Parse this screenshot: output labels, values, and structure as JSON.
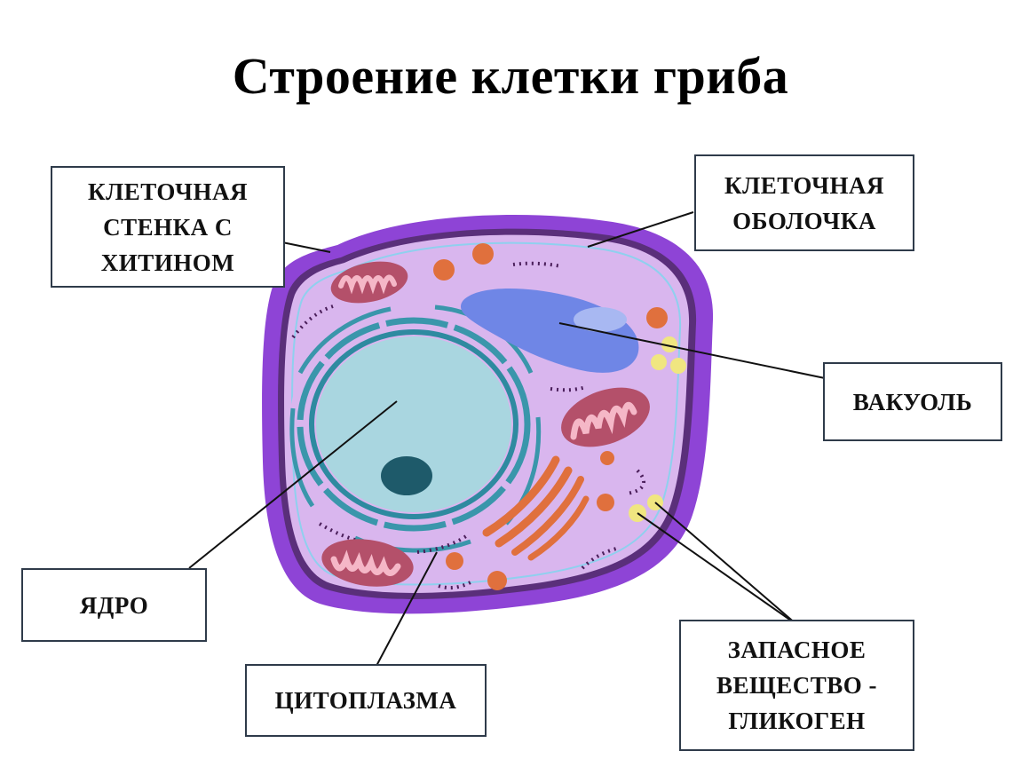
{
  "title": "Строение клетки гриба",
  "labels": {
    "cell_wall": [
      "КЛЕТОЧНАЯ",
      "СТЕНКА С",
      "ХИТИНОМ"
    ],
    "membrane": [
      "КЛЕТОЧНАЯ",
      "ОБОЛОЧКА"
    ],
    "vacuole": [
      "ВАКУОЛЬ"
    ],
    "nucleus": [
      "ЯДРО"
    ],
    "cytoplasm": [
      "ЦИТОПЛАЗМА"
    ],
    "glycogen": [
      "ЗАПАСНОЕ",
      "ВЕЩЕСТВО -",
      "ГЛИКОГЕН"
    ]
  },
  "colors": {
    "cell_wall": "#8e44d6",
    "membrane_line": "#5a2f7a",
    "cytoplasm": "#d9b6ee",
    "nucleus": "#a9d6e0",
    "nucleolus": "#1e5a6a",
    "er": "#3a96ab",
    "vacuole": "#6f86e6",
    "mitochondria": "#b4506a",
    "golgi": "#e0703d",
    "granules": "#f0e680"
  }
}
